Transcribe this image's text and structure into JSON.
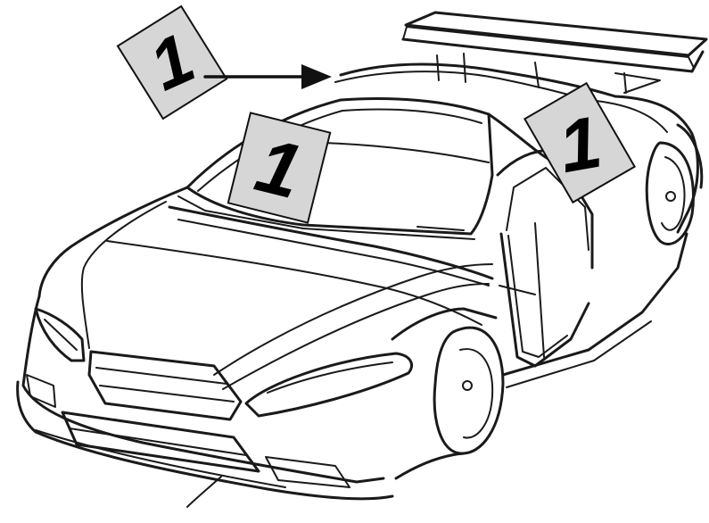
{
  "labels": {
    "roof_number": "1",
    "windshield_number": "1",
    "side_window_number": "1"
  },
  "colors": {
    "line_ink": "#1a1a1a",
    "plate_fill": "#d6d6d6",
    "number_ink": "#000000",
    "background": "#ffffff"
  },
  "icons": {
    "arrow": "arrow-right-icon"
  }
}
